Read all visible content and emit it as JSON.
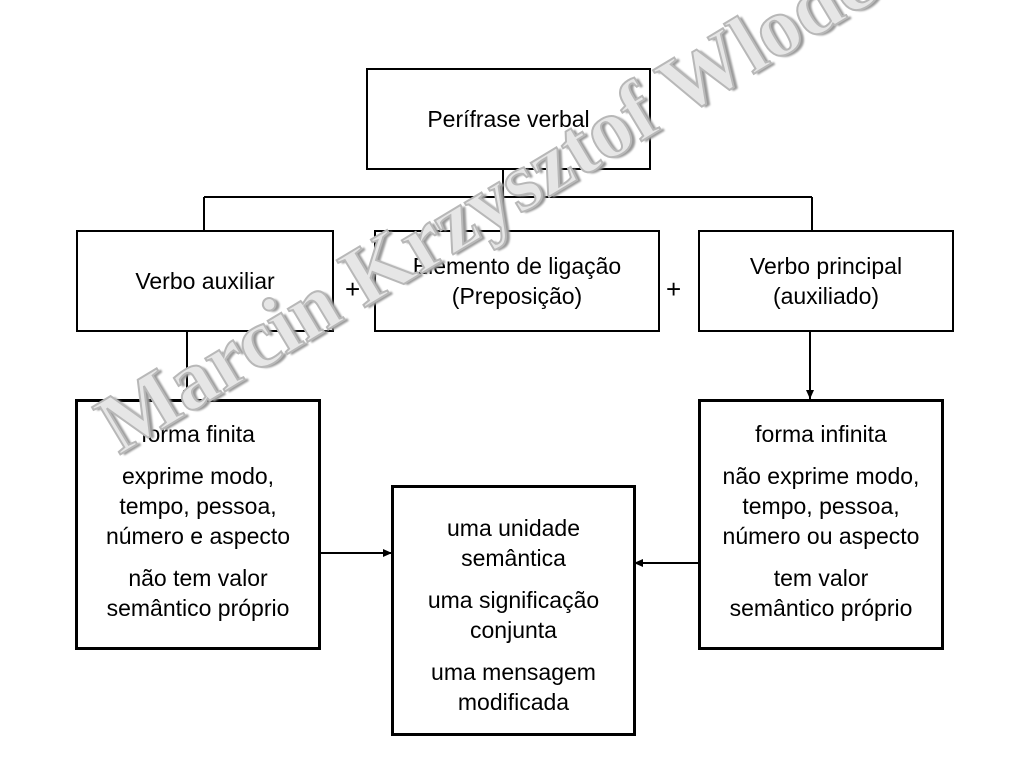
{
  "diagram": {
    "root": "Perífrase verbal",
    "auxiliary": "Verbo auxiliar",
    "link": [
      "Elemento de ligação",
      "(Preposição)"
    ],
    "main_verb": [
      "Verbo principal",
      "(auxiliado)"
    ],
    "plus_left": "+",
    "plus_right": "+",
    "finite": {
      "p1": [
        "forma finita"
      ],
      "p2": [
        "exprime modo,",
        "tempo, pessoa,",
        "número e aspecto"
      ],
      "p3": [
        "não tem valor",
        "semântico próprio"
      ]
    },
    "infinite": {
      "p1": [
        "forma infinita"
      ],
      "p2": [
        "não exprime modo,",
        "tempo, pessoa,",
        "número ou aspecto"
      ],
      "p3": [
        "tem valor",
        "semântico próprio"
      ]
    },
    "unit": {
      "p1": [
        "uma unidade",
        "semântica"
      ],
      "p2": [
        "uma significação",
        "conjunta"
      ],
      "p3": [
        "uma mensagem",
        "modificada"
      ]
    }
  },
  "watermark": "Marcin Krzysztof Wlodek"
}
